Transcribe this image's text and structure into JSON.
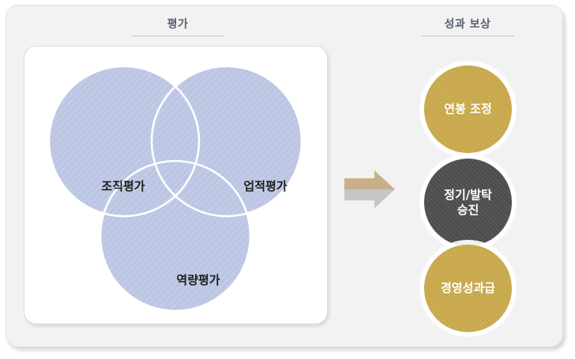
{
  "colors": {
    "page_background": "#ffffff",
    "frame_background": "#f2f2f2",
    "frame_border": "#e2e2e2",
    "panel_background": "#ffffff",
    "venn_fill": "#bcc6e3",
    "venn_stroke": "#ffffff",
    "venn_label_text": "#1d1d1d",
    "header_text": "#5a5f6e",
    "header_rule": "#c4c4c4",
    "arrow_top": "#c9b088",
    "arrow_bottom": "#c6c6c6",
    "reward_gold": "#c8a84b",
    "reward_dark": "#4d4d4d",
    "reward_text": "#ffffff"
  },
  "columns": {
    "evaluation": {
      "header": "평가",
      "venn": {
        "circles": [
          {
            "id": "organization",
            "label": "조직평가",
            "position": "top-left",
            "fill": "#bcc6e3"
          },
          {
            "id": "performance",
            "label": "업적평가",
            "position": "top-right",
            "fill": "#bcc6e3"
          },
          {
            "id": "competency",
            "label": "역량평가",
            "position": "bottom",
            "fill": "#bcc6e3"
          }
        ]
      }
    },
    "reward": {
      "header": "성과 보상",
      "items": [
        {
          "id": "salary",
          "label": "연봉 조정",
          "fill": "#c8a84b"
        },
        {
          "id": "promotion",
          "label": "정기/발탁\n승진",
          "fill": "#4d4d4d"
        },
        {
          "id": "bonus",
          "label": "경영성과급",
          "fill": "#c8a84b"
        }
      ]
    }
  },
  "connector": {
    "icon": "right-arrow-icon",
    "direction": "right",
    "top_color": "#c9b088",
    "bottom_color": "#c6c6c6"
  }
}
